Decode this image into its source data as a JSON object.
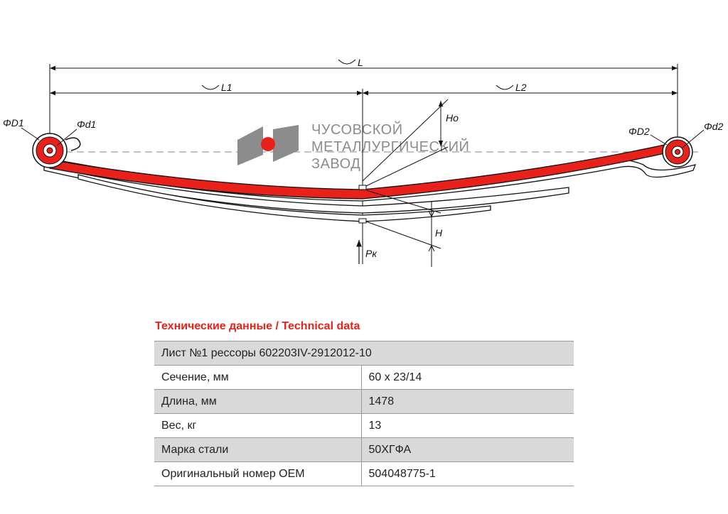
{
  "drawing": {
    "labels": {
      "L": "L",
      "L1": "L1",
      "L2": "L2",
      "D1": "ΦD1",
      "d1": "Φd1",
      "D2": "ΦD2",
      "d2": "Φd2",
      "Ho": "Ho",
      "H": "H",
      "Pk": "Pк"
    },
    "colors": {
      "main_leaf": "#e8221b",
      "lines": "#111111",
      "logo_gray": "#8c8c8c",
      "logo_red": "#e8221b"
    }
  },
  "logo": {
    "lines": [
      "ЧУСОВСКОЙ",
      "МЕТАЛЛУРГИЧЕСКИЙ",
      "ЗАВОД"
    ]
  },
  "table": {
    "title": "Технические данные / Technical data",
    "header": "Лист №1 рессоры 602203IV-2912012-10",
    "rows": [
      {
        "key": "Сечение, мм",
        "value": "60 х 23/14"
      },
      {
        "key": "Длина, мм",
        "value": "1478"
      },
      {
        "key": "Вес, кг",
        "value": "13"
      },
      {
        "key": "Марка стали",
        "value": "50ХГФА"
      },
      {
        "key": "Оригинальный номер OEM",
        "value": "504048775-1"
      }
    ]
  }
}
